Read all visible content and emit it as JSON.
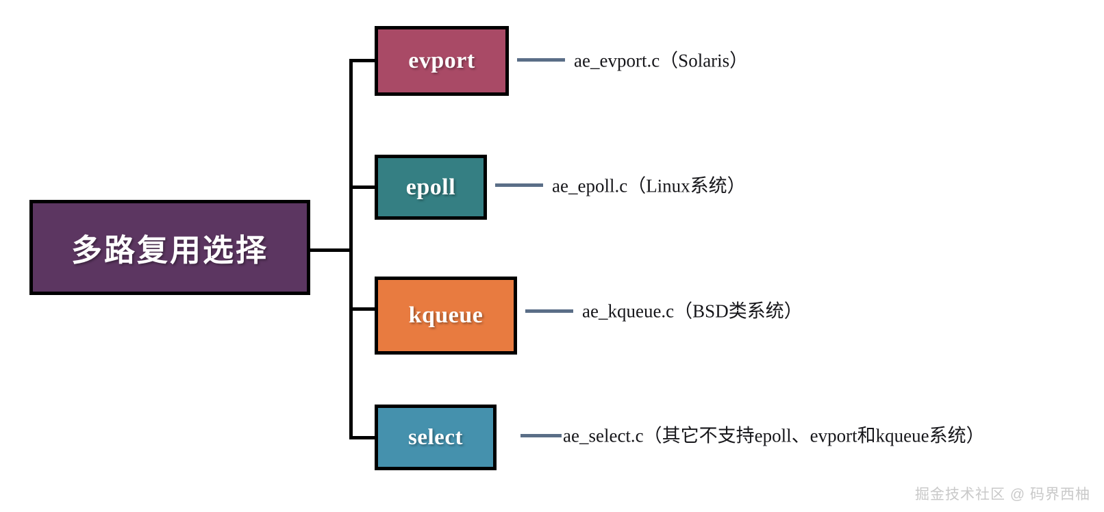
{
  "diagram": {
    "type": "tree",
    "root": {
      "label": "多路复用选择",
      "color": "#5C3661"
    },
    "branches": [
      {
        "label": "evport",
        "color": "#A94A66",
        "leaf_label": "ae_evport.c（Solaris）"
      },
      {
        "label": "epoll",
        "color": "#357F83",
        "leaf_label": "ae_epoll.c（Linux系统）"
      },
      {
        "label": "kqueue",
        "color": "#E87B40",
        "leaf_label": "ae_kqueue.c（BSD类系统）"
      },
      {
        "label": "select",
        "color": "#4591AD",
        "leaf_label": "ae_select.c（其它不支持epoll、evport和kqueue系统）"
      }
    ],
    "connector_color": "#000000",
    "leader_color": "#5A6E87"
  },
  "watermark": {
    "text": "掘金技术社区 @ 码界西柚"
  }
}
